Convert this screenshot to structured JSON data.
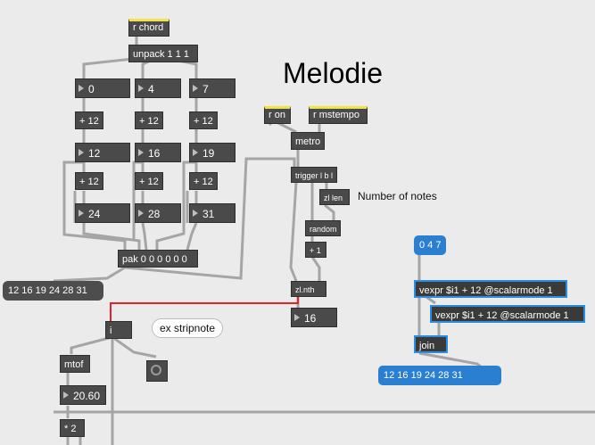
{
  "title": "Melodie",
  "receives": {
    "chord": "r chord",
    "on": "r on",
    "mstempo": "r mstempo"
  },
  "objects": {
    "unpack": "unpack 1 1 1",
    "plus12": "+ 12",
    "metro": "metro",
    "trigger": "trigger l b l",
    "zl_len": "zl len",
    "random": "random",
    "plus1": "+ 1",
    "pak": "pak 0 0 0 0 0 0",
    "zl_nth": "zl.nth",
    "i": "i",
    "mtof": "mtof",
    "times2": "* 2",
    "vexpr1": "vexpr $i1 + 12 @scalarmode 1",
    "vexpr2": "vexpr $i1 + 12 @scalarmode 1",
    "join": "join"
  },
  "numbers": {
    "n0": "0",
    "n4": "4",
    "n7": "7",
    "n12": "12",
    "n16": "16",
    "n19": "19",
    "n24": "24",
    "n28": "28",
    "n31": "31",
    "nth_out": "16",
    "mtof_out": "20.60"
  },
  "comments": {
    "number_of_notes": "Number of notes",
    "ex_stripnote": "ex stripnote"
  },
  "messages": {
    "pak_out": "12 16 19 24 28 31",
    "chord_in": "0 4 7",
    "join_out": "12 16 19 24 28 31"
  },
  "colors": {
    "object": "#4a4a4a",
    "cord": "#a5a5a5",
    "selected_cord": "#e8202a",
    "receive_accent": "#f3e14c",
    "message_blue": "#2b7fd0"
  }
}
